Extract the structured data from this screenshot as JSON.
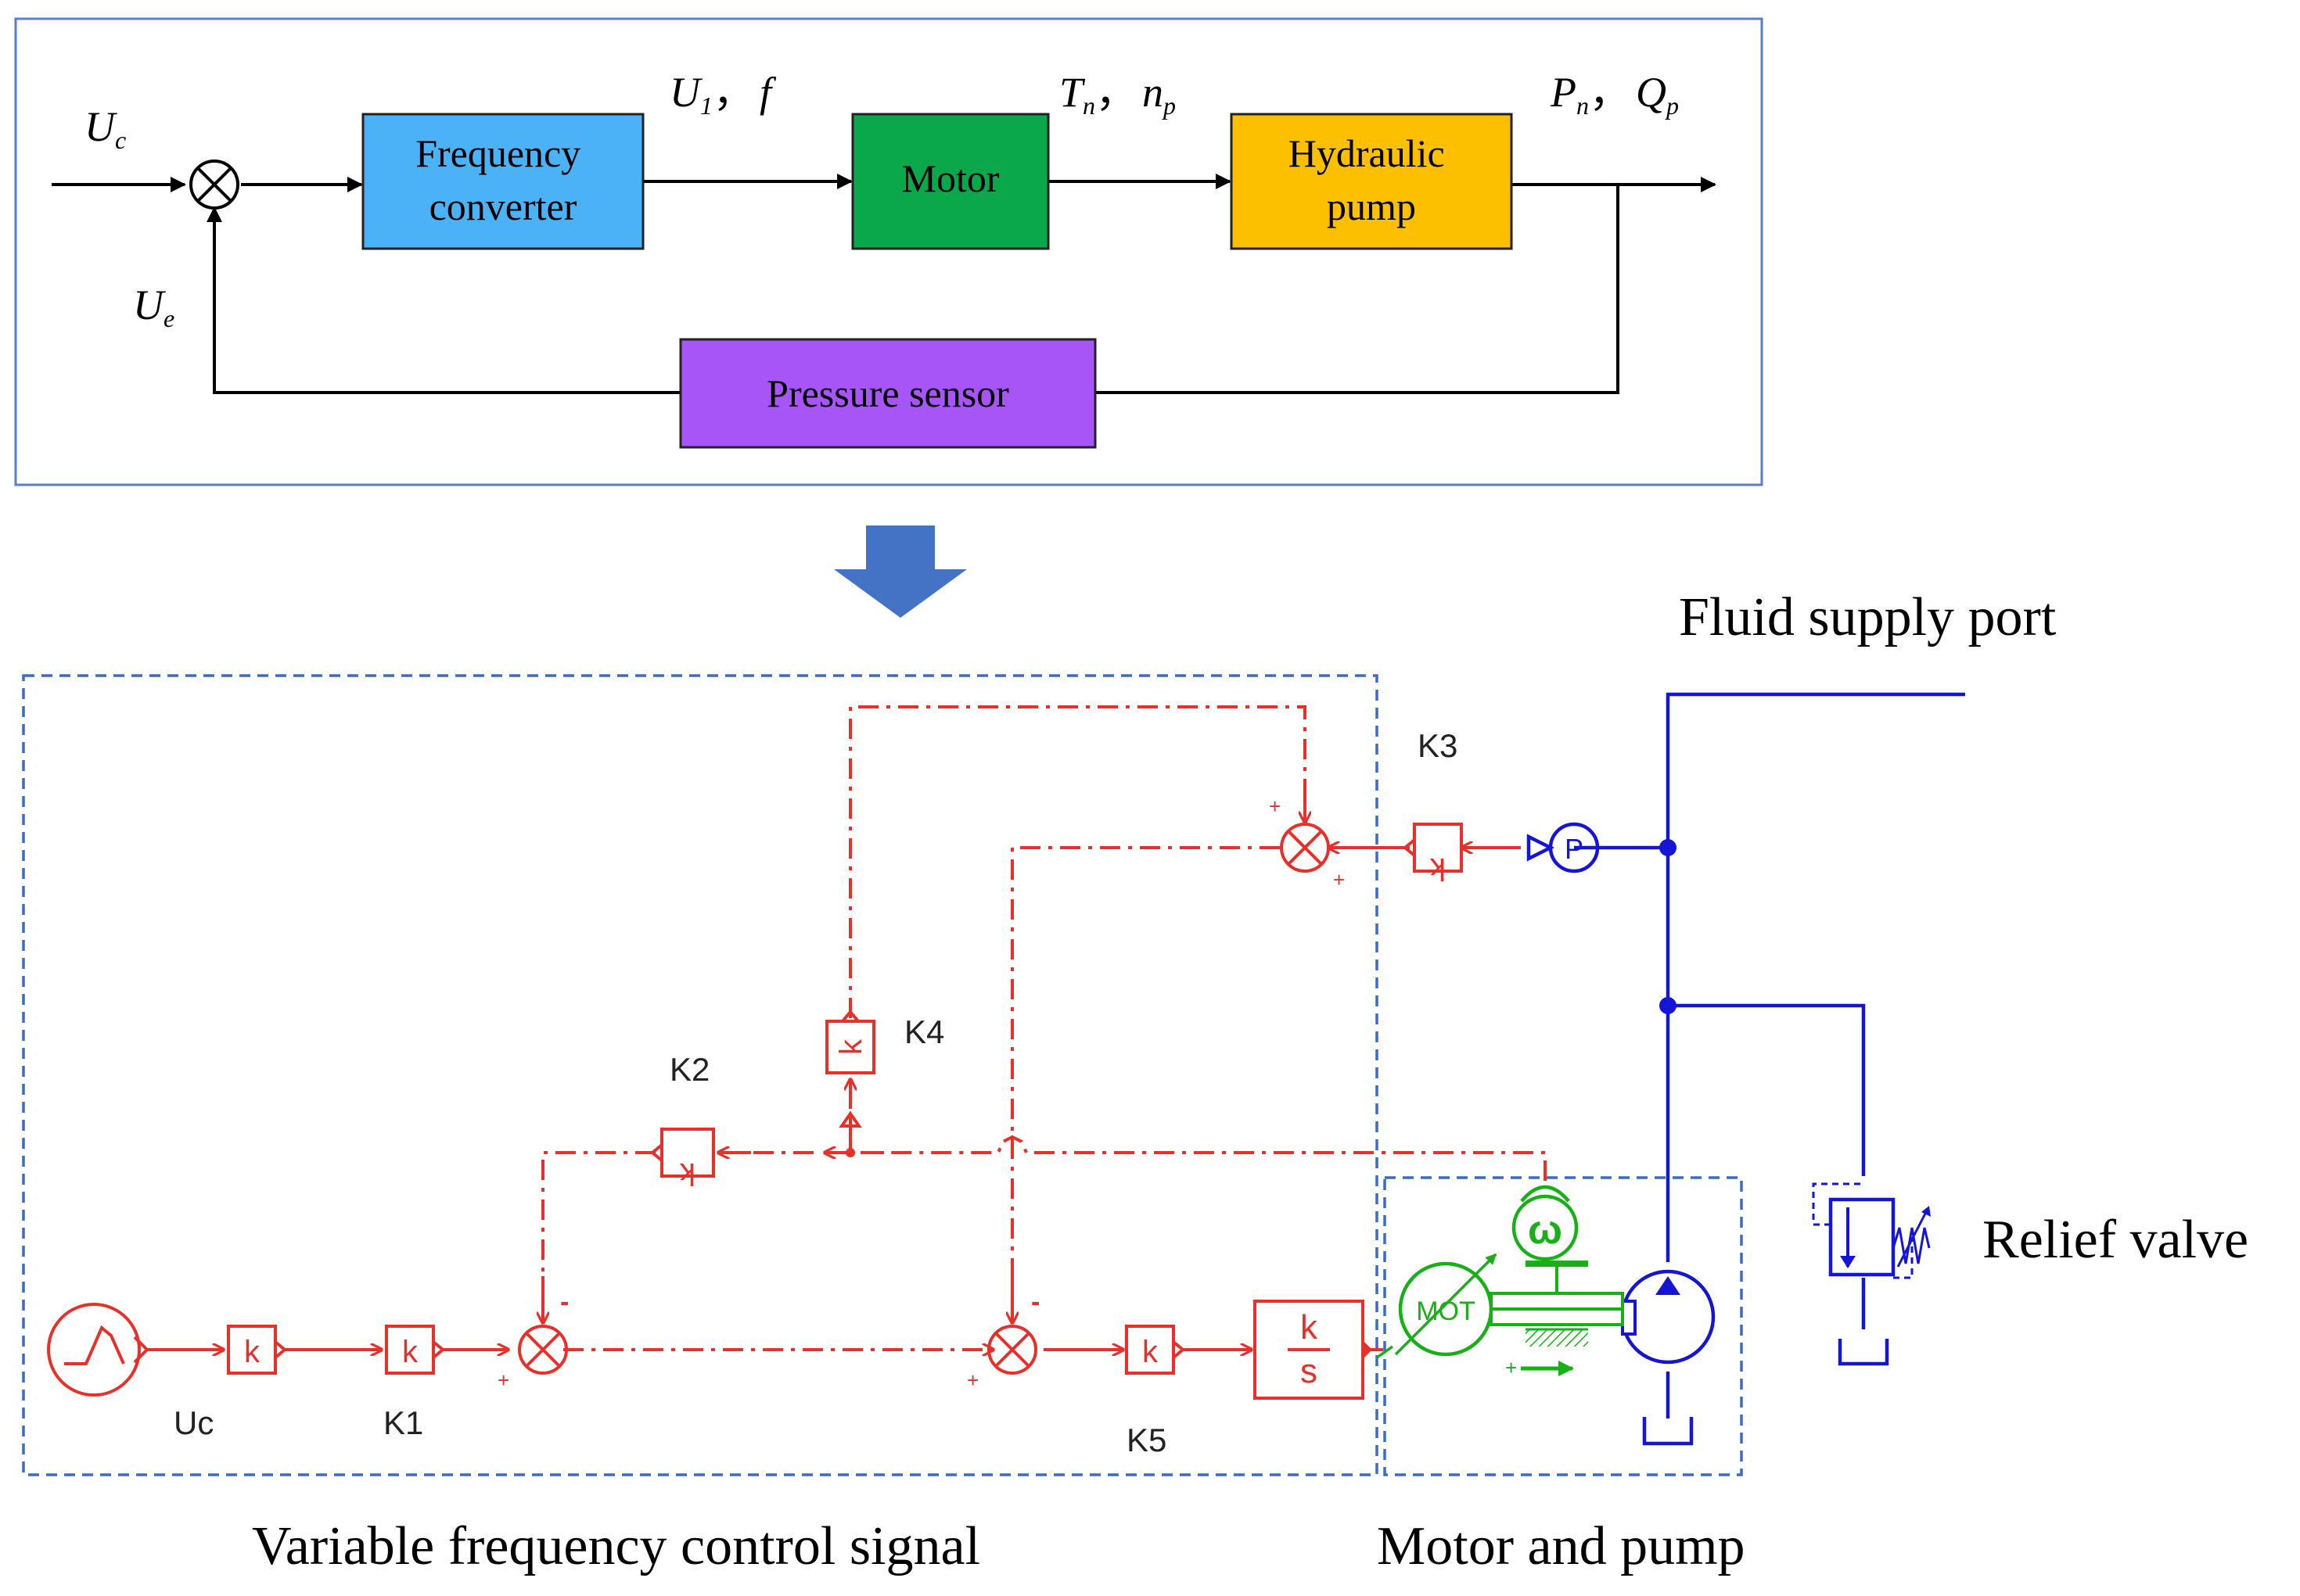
{
  "block_diagram": {
    "blocks": {
      "frequency_converter": [
        "Frequency",
        "converter"
      ],
      "motor": "Motor",
      "hydraulic_pump": [
        "Hydraulic",
        "pump"
      ],
      "pressure_sensor": "Pressure sensor"
    },
    "signals": {
      "input": {
        "main": "U",
        "sub": "c"
      },
      "feedback": {
        "main": "U",
        "sub": "e"
      },
      "converter_out": {
        "main": "U",
        "sub": "1",
        "sep": "，",
        "second": "f"
      },
      "motor_out": {
        "main": "T",
        "sub": "n",
        "sep": "，",
        "second": "n",
        "second_sub": "p"
      },
      "pump_out": {
        "main": "P",
        "sub": "n",
        "sep": "，",
        "second": "Q",
        "second_sub": "p"
      }
    },
    "colors": {
      "frequency_converter": "#4bb2f8",
      "motor": "#0aa84a",
      "hydraulic_pump": "#fdc000",
      "pressure_sensor": "#a855f7",
      "frame": "#5a7fc8"
    }
  },
  "arrow_color": "#4472c4",
  "simulation": {
    "gain_symbol": "k",
    "integrator": {
      "num": "k",
      "den": "s"
    },
    "sensor_letter": "P",
    "motor_label": "MOT",
    "speed_symbol": "ω",
    "gains": {
      "uc": "Uc",
      "k1": "K1",
      "k2": "K2",
      "k3": "K3",
      "k4": "K4",
      "k5": "K5"
    },
    "signs": {
      "plus": "+",
      "minus": "-"
    },
    "labels": {
      "fluid_supply_port": "Fluid supply port",
      "relief_valve": "Relief valve",
      "control_signal": "Variable frequency control signal",
      "motor_and_pump": "Motor and pump"
    },
    "colors": {
      "control": "#e8302a",
      "hydraulic": "#1515d6",
      "motor": "#17b017",
      "frame": "#3a6cc0"
    }
  }
}
